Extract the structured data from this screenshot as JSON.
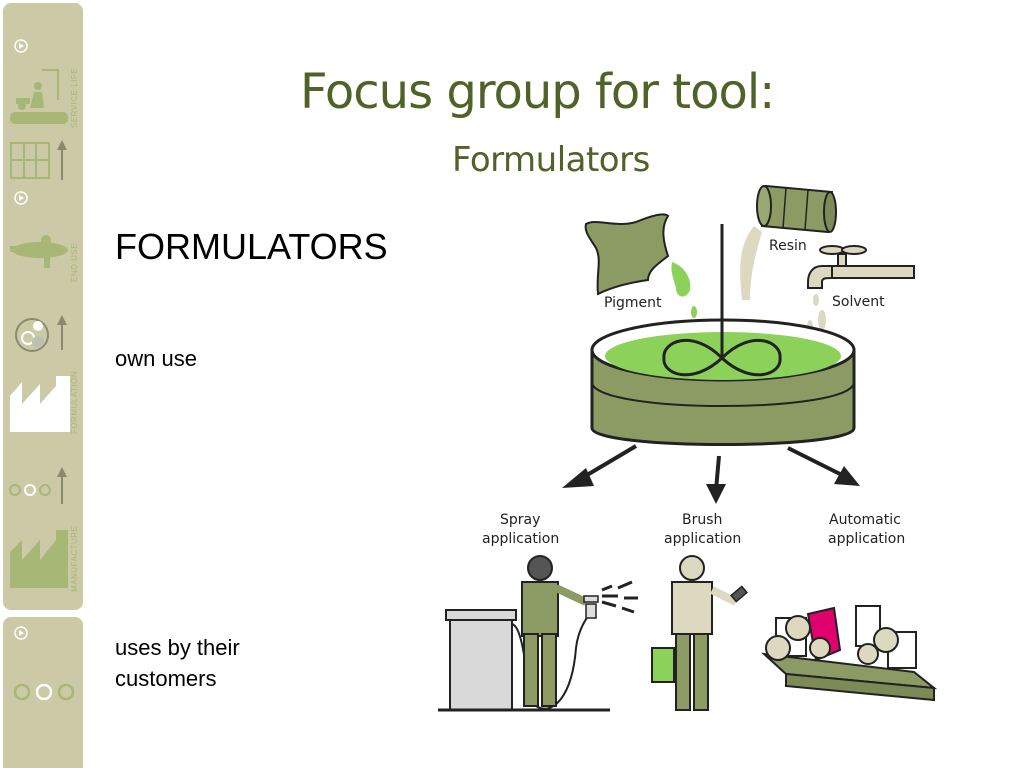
{
  "slide": {
    "title": "Focus group for tool:",
    "subtitle": "Formulators",
    "heading": "FORMULATORS",
    "own_use": "own use",
    "customers_line1": "uses by their",
    "customers_line2": "customers"
  },
  "sidebar": {
    "labels": [
      "SERVICE LIFE",
      "END USE",
      "FORMULATION",
      "MANUFACTURE"
    ]
  },
  "illustration": {
    "labels": {
      "resin": "Resin",
      "pigment": "Pigment",
      "solvent": "Solvent",
      "spray_1": "Spray",
      "spray_2": "application",
      "brush_1": "Brush",
      "brush_2": "application",
      "auto_1": "Automatic",
      "auto_2": "application"
    }
  },
  "colors": {
    "title_green": "#4f6228",
    "sidebar_beige": "#ccc9a7",
    "sidebar_green": "#a7b776",
    "paint_green": "#8cd15a",
    "olive": "#8c9a64",
    "magenta": "#e0006e"
  }
}
